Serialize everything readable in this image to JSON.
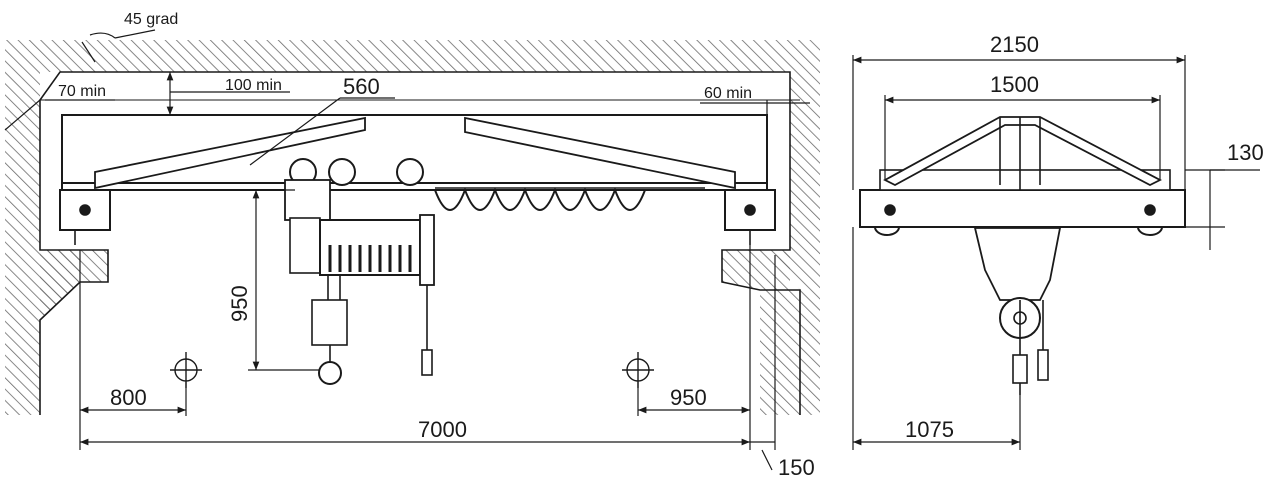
{
  "labels": {
    "angle": "45 grad",
    "min70": "70 min",
    "min100": "100 min",
    "d560": "560",
    "min60": "60 min",
    "d950_vertical": "950",
    "d800": "800",
    "d950": "950",
    "d7000": "7000",
    "d150": "150",
    "d2150": "2150",
    "d1500": "1500",
    "d130": "130",
    "d1075": "1075"
  },
  "colors": {
    "ink": "#1a1a1a",
    "hatch": "#555555",
    "paper": "#ffffff"
  }
}
